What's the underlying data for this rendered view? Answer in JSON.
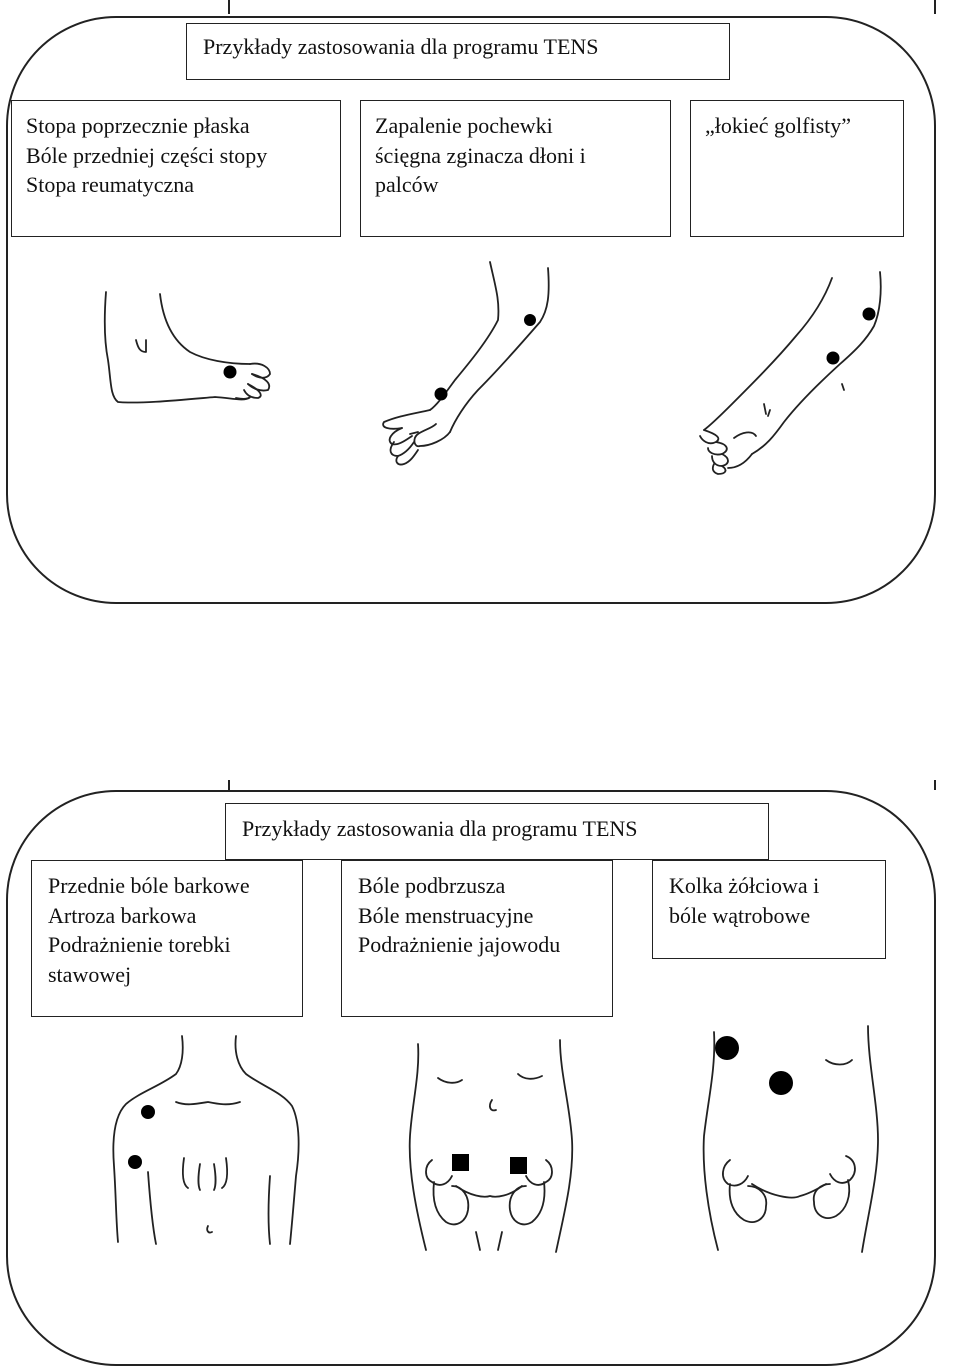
{
  "page": {
    "sections": [
      {
        "title": "Przykłady zastosowania dla programu TENS",
        "indications": [
          {
            "lines": [
              "Stopa poprzecznie płaska",
              "Bóle przedniej części stopy",
              "Stopa reumatyczna"
            ],
            "figure": "foot-drawing"
          },
          {
            "lines": [
              "Zapalenie pochewki",
              "ścięgna zginacza dłoni i",
              "palców"
            ],
            "figure": "forearm-palm-drawing"
          },
          {
            "lines": [
              "„łokieć golfisty”"
            ],
            "figure": "forearm-elbow-drawing"
          }
        ]
      },
      {
        "title": "Przykłady zastosowania dla programu TENS",
        "indications": [
          {
            "lines": [
              "Przednie bóle barkowe",
              "Artroza barkowa",
              "Podrażnienie torebki",
              "stawowej"
            ],
            "figure": "shoulder-torso-drawing"
          },
          {
            "lines": [
              "Bóle podbrzusza",
              "Bóle menstruacyjne",
              "Podrażnienie jajowodu"
            ],
            "figure": "abdomen-pelvis-drawing"
          },
          {
            "lines": [
              "Kolka żółciowa i",
              "bóle wątrobowe"
            ],
            "figure": "abdomen-liver-drawing"
          }
        ]
      }
    ],
    "colors": {
      "ink": "#111111",
      "paper": "#ffffff"
    },
    "markers": {
      "shape_round": "electrode-dot",
      "shape_square": "electrode-square"
    }
  }
}
